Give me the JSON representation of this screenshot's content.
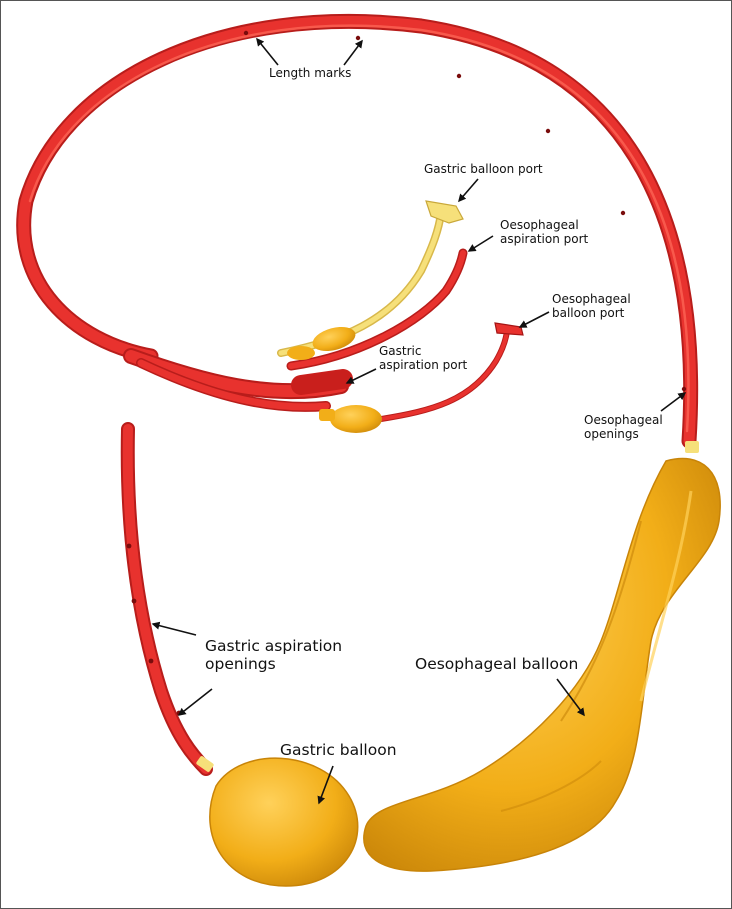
{
  "colors": {
    "tube": "#e8322e",
    "tube_dark": "#b81d1b",
    "tube_light": "#ff6a5a",
    "balloon": "#f2ae18",
    "balloon_dark": "#c88408",
    "balloon_light": "#ffd15a",
    "port_yellow": "#f6e07a",
    "arrow": "#111111"
  },
  "labels": {
    "length_marks": "Length marks",
    "gastric_balloon_port": "Gastric balloon port",
    "oesophageal_aspiration_port_1": "Oesophageal",
    "oesophageal_aspiration_port_2": "aspiration port",
    "oesophageal_balloon_port_1": "Oesophageal",
    "oesophageal_balloon_port_2": "balloon port",
    "gastric_aspiration_port_1": "Gastric",
    "gastric_aspiration_port_2": "aspiration port",
    "oesophageal_openings_1": "Oesophageal",
    "oesophageal_openings_2": "openings",
    "gastric_aspiration_openings_1": "Gastric aspiration",
    "gastric_aspiration_openings_2": "openings",
    "oesophageal_balloon": "Oesophageal balloon",
    "gastric_balloon": "Gastric balloon"
  }
}
